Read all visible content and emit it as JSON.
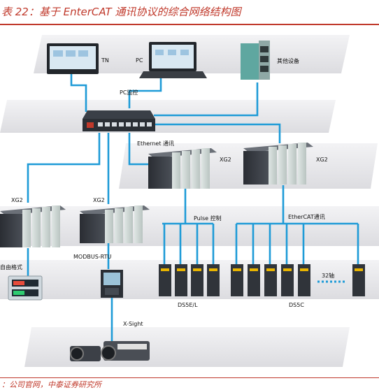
{
  "title": "表 22：基于 EnterCAT 通讯协议的综合网络结构图",
  "footer": "：公司官网，中泰证券研究所",
  "labels": {
    "tn": "TN",
    "pc": "PC",
    "other_device": "其他设备",
    "pc_monitor": "PC监控",
    "ethernet": "Ethernet 通讯",
    "xg2_mid": "XG2",
    "xg2_right": "XG2",
    "xg2_left": "XG2",
    "xg2_center": "XG2",
    "pulse": "Pulse 控制",
    "ethercat": "EtherCAT通讯",
    "free_format": "自由格式",
    "modbus": "MODBUS-RTU",
    "axis": "32轴",
    "ds5e": "DS5E/L",
    "ds5c": "DS5C",
    "xsight": "X-Sight"
  },
  "colors": {
    "line": "#1e9bd7",
    "accent": "#c0392b",
    "shelf": "#e8e8eb"
  }
}
